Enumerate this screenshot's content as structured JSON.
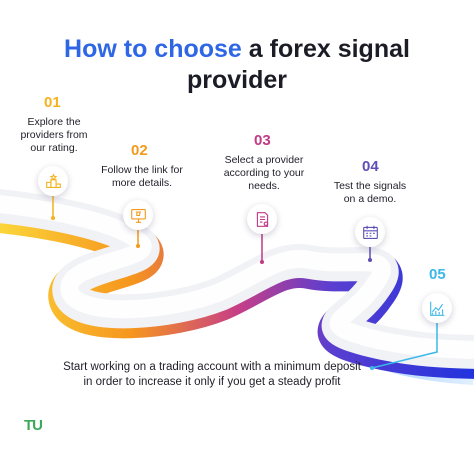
{
  "title": {
    "highlight": "How to choose",
    "rest_line1": " a forex signal",
    "line2": "provider"
  },
  "steps": [
    {
      "number": "01",
      "text_lines": [
        "Explore the",
        "providers from",
        "our rating."
      ],
      "icon": "podium-icon",
      "color": "#f5b21c"
    },
    {
      "number": "02",
      "text_lines": [
        "Follow the link for",
        "more details."
      ],
      "icon": "monitor-icon",
      "color": "#f39a1b"
    },
    {
      "number": "03",
      "text_lines": [
        "Select a provider",
        "according to your",
        "needs."
      ],
      "icon": "document-icon",
      "color": "#c03a84"
    },
    {
      "number": "04",
      "text_lines": [
        "Test the signals",
        "on a demo."
      ],
      "icon": "calendar-icon",
      "color": "#5c4fb5"
    },
    {
      "number": "05",
      "text_lines": [],
      "icon": "chart-icon",
      "color": "#3bb8e8"
    }
  ],
  "final_text": "Start working on a trading account with a minimum deposit in order to increase it only if you get a steady profit",
  "logo": "TU"
}
